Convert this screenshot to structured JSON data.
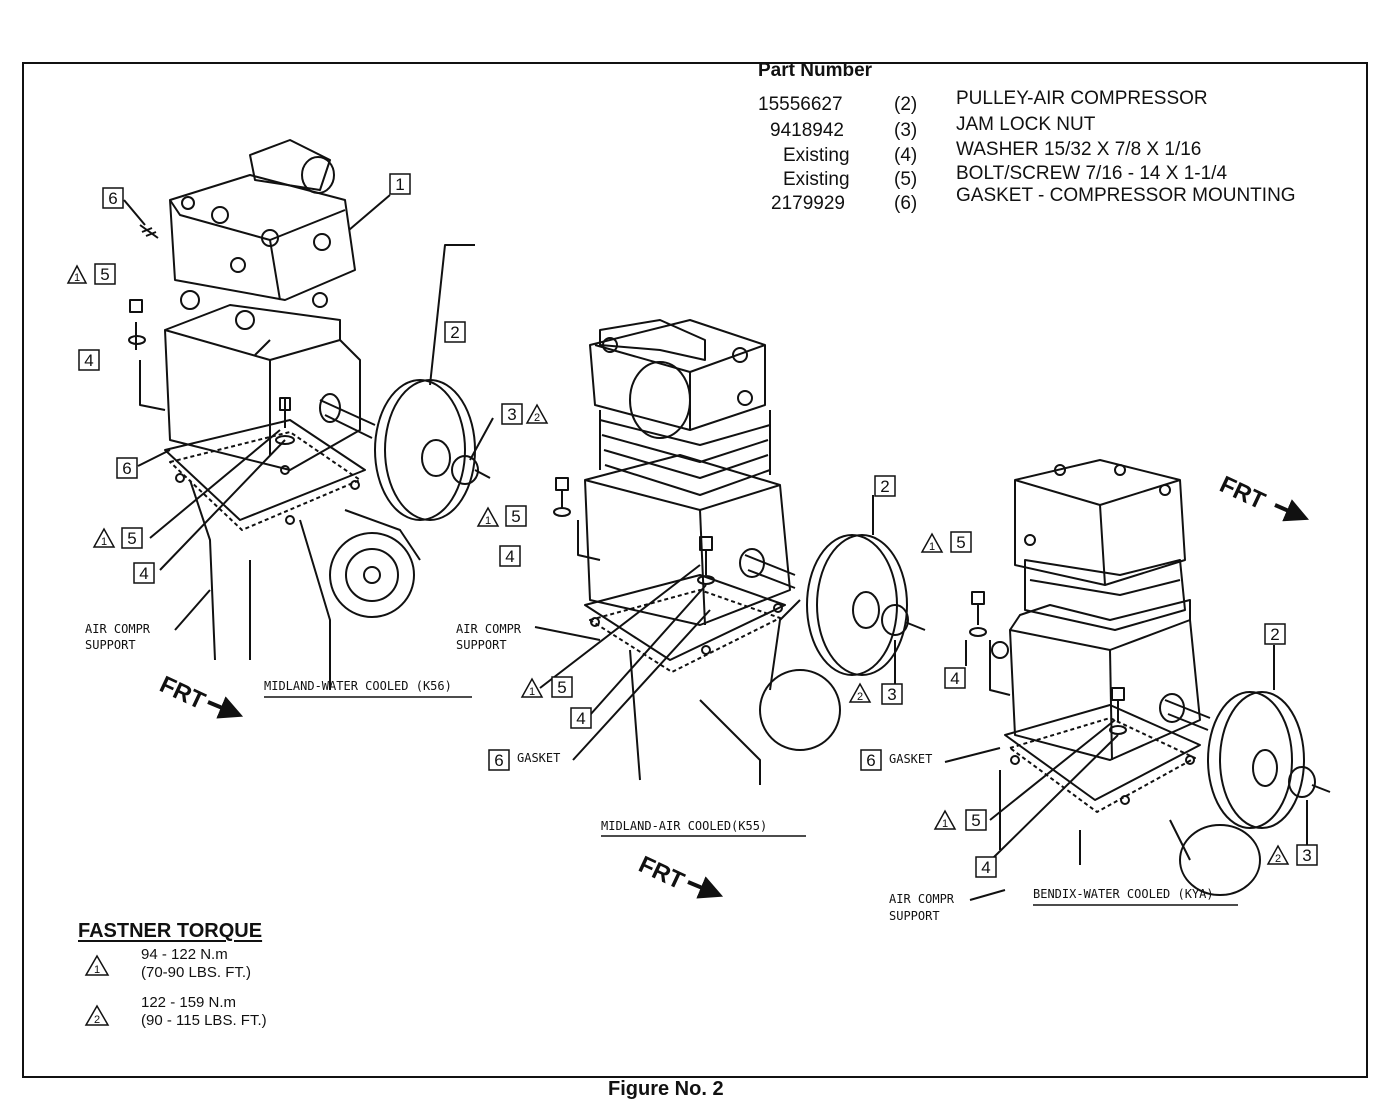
{
  "parts": {
    "heading": "Part Number",
    "rows": [
      {
        "part_number": "15556627",
        "ref": "(2)",
        "description": "PULLEY-AIR COMPRESSOR"
      },
      {
        "part_number": "9418942",
        "ref": "(3)",
        "description": "JAM LOCK NUT"
      },
      {
        "part_number": "Existing",
        "ref": "(4)",
        "description": "WASHER 15/32 X 7/8 X 1/16"
      },
      {
        "part_number": "Existing",
        "ref": "(5)",
        "description": "BOLT/SCREW 7/16 - 14 X 1-1/4"
      },
      {
        "part_number": "2179929",
        "ref": "(6)",
        "description": "GASKET - COMPRESSOR MOUNTING"
      }
    ]
  },
  "callouts": {
    "n1": "1",
    "n2": "2",
    "n3": "3",
    "n4": "4",
    "n5": "5",
    "n6": "6",
    "tri1": "1",
    "tri2": "2"
  },
  "labels": {
    "air_compr_support_l1": "AIR COMPR",
    "air_compr_support_l2": "SUPPORT",
    "gasket": "GASKET",
    "frt": "FRT"
  },
  "captions": {
    "k56": "MIDLAND-WATER COOLED (K56)",
    "k55": "MIDLAND-AIR COOLED(K55)",
    "kya": "BENDIX-WATER COOLED (KYA)"
  },
  "torque": {
    "heading": "FASTNER TORQUE",
    "t1_line1": "94 - 122 N.m",
    "t1_line2": "(70-90 LBS. FT.)",
    "t2_line1": "122 - 159 N.m",
    "t2_line2": "(90 - 115 LBS. FT.)"
  },
  "figure_caption": "Figure No. 2"
}
